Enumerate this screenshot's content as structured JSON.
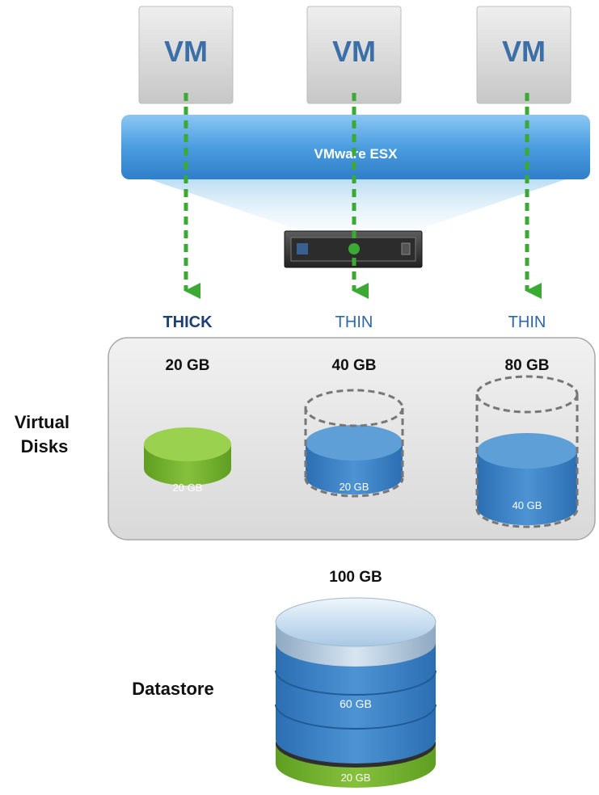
{
  "hypervisor": {
    "label": "VMware ESX"
  },
  "vms": [
    {
      "label": "VM",
      "disk_type": "THICK"
    },
    {
      "label": "VM",
      "disk_type": "THIN"
    },
    {
      "label": "VM",
      "disk_type": "THIN"
    }
  ],
  "virtual_disks": {
    "title_line1": "Virtual",
    "title_line2": "Disks",
    "disks": [
      {
        "provisioned": "20 GB",
        "used": "20 GB"
      },
      {
        "provisioned": "40 GB",
        "used": "20 GB"
      },
      {
        "provisioned": "80 GB",
        "used": "40 GB"
      }
    ]
  },
  "datastore": {
    "title": "Datastore",
    "capacity": "100 GB",
    "segments": [
      {
        "label": "60 GB"
      },
      {
        "label": "20 GB"
      }
    ]
  },
  "colors": {
    "vm_box": "#d4d4d4",
    "vm_text": "#3b6fa8",
    "esx_bar": "#3f8fd6",
    "arrow_green": "#3aaa35",
    "thick_label": "#1e3f73",
    "thin_label": "#2f67a6",
    "disk_green": "#8cc63f",
    "disk_blue": "#4a8fd0",
    "panel_bg": "#e3e3e3"
  }
}
